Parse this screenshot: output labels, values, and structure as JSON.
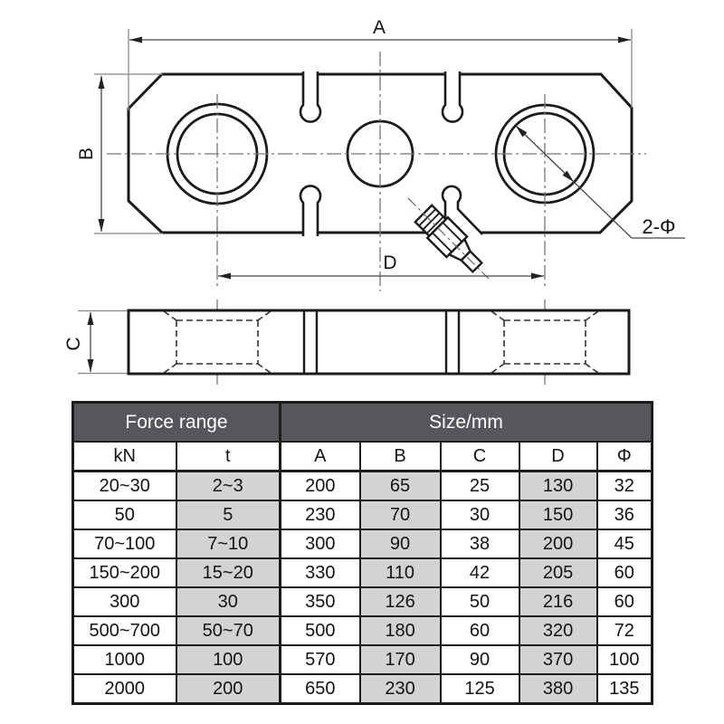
{
  "drawing": {
    "labels": {
      "a": "A",
      "b": "B",
      "c": "C",
      "d": "D",
      "phi_callout": "2-Φ"
    },
    "colors": {
      "outline": "#1b1b1b",
      "centerline": "#777777",
      "dimension": "#444444"
    }
  },
  "spec_table": {
    "group_headers": [
      {
        "label": "Force range",
        "span": 2
      },
      {
        "label": "Size/mm",
        "span": 5
      }
    ],
    "columns": [
      "kN",
      "t",
      "A",
      "B",
      "C",
      "D",
      "Φ"
    ],
    "rows": [
      [
        "20~30",
        "2~3",
        "200",
        "65",
        "25",
        "130",
        "32"
      ],
      [
        "50",
        "5",
        "230",
        "70",
        "30",
        "150",
        "36"
      ],
      [
        "70~100",
        "7~10",
        "300",
        "90",
        "38",
        "200",
        "45"
      ],
      [
        "150~200",
        "15~20",
        "330",
        "110",
        "42",
        "205",
        "60"
      ],
      [
        "300",
        "30",
        "350",
        "126",
        "50",
        "216",
        "60"
      ],
      [
        "500~700",
        "50~70",
        "500",
        "180",
        "60",
        "320",
        "72"
      ],
      [
        "1000",
        "100",
        "570",
        "170",
        "90",
        "370",
        "100"
      ],
      [
        "2000",
        "200",
        "650",
        "230",
        "125",
        "380",
        "135"
      ]
    ],
    "colors": {
      "header_bg": "#56575b",
      "header_text": "#ffffff",
      "shaded_column_bg": "#d3d3d4",
      "border": "#1c1c1c"
    }
  }
}
